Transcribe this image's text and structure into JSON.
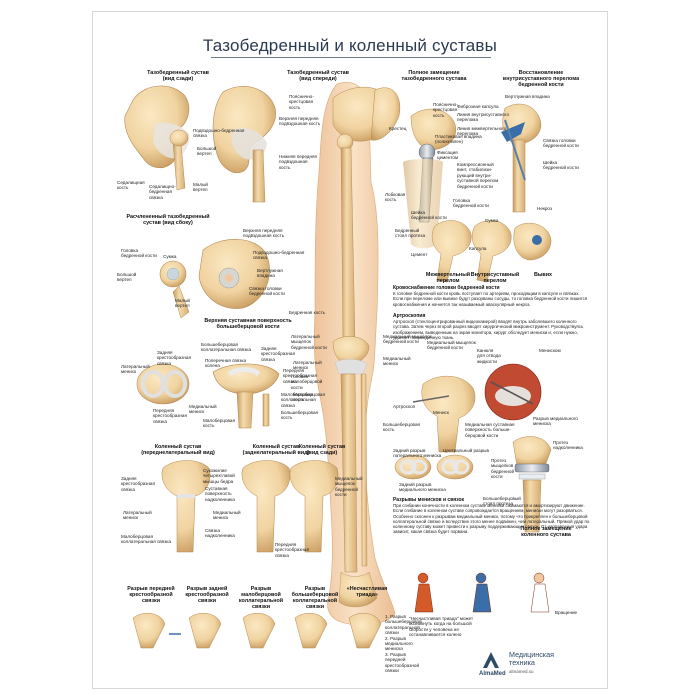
{
  "poster": {
    "title": "Тазобедренный и коленный суставы",
    "hip_rear": {
      "heading": "Тазобедренный сустав\n(вид сзади)",
      "labels": [
        "Подвздошно-бедренная\nсвязка",
        "Большой\nвертел",
        "Седалищная\nкость",
        "Седалищно-\nбедренная\nсвязка",
        "Малый\nвертел"
      ]
    },
    "hip_front": {
      "heading": "Тазобедренный сустав\n(вид спереди)",
      "labels": [
        "Верхняя передняя\nподвздошная кость",
        "Нижняя передняя\nподвздошная\nкость"
      ]
    },
    "hip_open": {
      "heading": "Расчлененный тазобедренный\nсустав (вид сбоку)",
      "labels": [
        "Головка\nбедренной кости",
        "Сумка",
        "Большой\nвертел",
        "Малый\nвертел",
        "Верхняя передняя\nподвздошная кость",
        "Подвздошно-бедренная\nсвязка",
        "Вертлужная\nвпадина",
        "Связка головки\nбедренной кости"
      ]
    },
    "center_labels": [
      "Пояснично-\nкрестцовая\nкость",
      "Крестец",
      "Лобковая\nкость",
      "Бедренная кость",
      "Латеральный\nмыщелок\nбедренной кости",
      "Латеральный\nмениск",
      "Головка\nмалоберцовой\nкости",
      "Малоберцовая\nкость",
      "Медиальный мыщелок\nбедренной кости",
      "Медиальный\nмениск",
      "Большеберцовая\nкость"
    ],
    "hip_replacement": {
      "heading": "Полное замещение\nтазобедренного сустава",
      "labels": [
        "Пояснично-\nкрестцовая\nкость",
        "Пластиковая впадина\n(полиэтилен)",
        "Фиксация\nцементом",
        "Бедренный\nстоял протеза",
        "Цемент"
      ]
    },
    "hip_fracture_repair": {
      "heading": "Восстановление\nвнутрисуставного перелома\nбедренной кости",
      "labels": [
        "Вертлужная впадина",
        "Фиброзная капсула",
        "Линия внутрисуставного\nперелома",
        "Линия межвертельного\nперелома",
        "Компрессионный\nвинт, стабилизи-\nрующий внутри-\nсуставной перелом\nбедренной кости",
        "Связка головки\nбедренной кости",
        "Шейка\nбедренной кости"
      ]
    },
    "hip_fractures": {
      "labels": [
        "Шейка\nбедренной кости",
        "Головка\nбедренной кости",
        "Сумка",
        "Капсула",
        "Некроз"
      ],
      "captions": [
        "Межвертельный\nперелом",
        "Внутрисуставный\nперелом",
        "Вывих"
      ]
    },
    "avascular": {
      "title": "Кровоснабжение головки бедренной кости",
      "text": "К головке бедренной кости кровь поступает по артериям, проходящим в капсуле и связках. Если при переломе или вывихе будут разорваны сосуды, то головка бедренной кости лишится кровоснабжения и начнется так называемый аваскулярный некроз."
    },
    "arthroscopy": {
      "title": "Артроскопия",
      "text": "Артроскоп (стеклоцентрированный видеокамерой) вводят внутрь заболевшего коленного сустава. Затем через второй разрез вводят хирургический микроинструмент. Руководствуясь изображением, выведенным на экран монитора, хирург обследует мениски и, если нужно, удаляет поврежденную ткань."
    },
    "tibia_top": {
      "heading": "Верхняя суставная поверхность\nбольшеберцовой кости",
      "labels": [
        "Задняя\nкрестообразная\nсвязка",
        "Латеральный\nмениск",
        "Передняя\nкрестообразная\nсвязка",
        "Медиальный\nмениск",
        "Большеберцовая\nколлатеральная связка",
        "Поперечная связка\nколена",
        "Задняя\nкрестообразная\nсвязка",
        "Передняя\nкрестообразная\nсвязка",
        "Малоберцовая\nколлатеральная\nсвязка",
        "Большеберцовая\nкость",
        "Малоберцовая\nкость"
      ]
    },
    "knee_arthro": {
      "labels": [
        "Медиальный мыщелок\nбедренной кости",
        "Канюля\nдля отвода\nжидкости",
        "Мениск",
        "Артроскоп",
        "Медиальная суставная\nповерхность больше-\nберцовой кости",
        "Мениском",
        "Разрыв медиального\nмениска"
      ]
    },
    "knee_views": {
      "headings": [
        "Коленный сустав\n(переднелатеральный вид)",
        "Коленный сустав\n(заднелатеральный вид)",
        "Коленный сустав\n(вид сзади)"
      ],
      "labels": [
        "Задняя\nкрестообразная\nсвязка",
        "Сухожилие\nчетырехглавой\nмышцы бедра",
        "Суставная\nповерхность\nнадколенника",
        "Латеральный\nмениск",
        "Малоберцовая\nколлатеральная связка",
        "Медиальный\nмениск",
        "Связка\nнадколенника",
        "Передняя\nкрестообразная\nсвязка",
        "Медиальный\nмыщелок\nбедренной\nкости"
      ]
    },
    "meniscus_tears": {
      "labels": [
        "Задний разрыв\nлатерального мениска",
        "Центральный разрыв",
        "Задний разрыв\nмедиального мениска"
      ]
    },
    "meniscus_text": {
      "title": "Разрывы менисков и связок",
      "text": "При сгибании конечности в коленном суставе мениски сжимаются и амортизируют движение. Если сгибание в коленном суставе сопровождается вращением, мениски могут разорваться. Особенно склонен к разрывам медиальный мениск, потому что прикреплен к большеберцовой коллатеральной связке и вследствие этого менее подвижен, чем латеральный. Прямой удар по коленному суставу может привести к разрыву поддерживающих связок. От направления удара зависит, какая связка будет порвана."
    },
    "knee_replacement": {
      "heading": "Полное замещение\nколенного сустава",
      "labels": [
        "Протез\nнадколенника",
        "Протез\nмыщелков\nбедренной\nкости",
        "Большеберцовый\nстоял протеза"
      ]
    },
    "ligament_tears": {
      "headings": [
        "Разрыв передней\nкрестообразной\nсвязки",
        "Разрыв задней\nкрестообразной\nсвязки",
        "Разрыв\nмалоберцовой\nколлатеральной\nсвязки",
        "Разрыв\nбольшеберцовой\nколлатеральной\nсвязки",
        "«Несчастливая\nтриада»"
      ],
      "triad_list": "1. Разрыв\nбольшеберцовой\nколлатеральной\nсвязки\n2. Разрыв\nмедиального\nмениска\n3. Разрыв\nпередней\nкрестообразной\nсвязки"
    },
    "sports": {
      "caption": "\"Несчастливая триада\" может\nвозникнуть когда на большой\nскорости у человека не\nостанавливается колено",
      "rotation": "Вращение"
    },
    "logo": {
      "name": "AlmaMed",
      "line1": "Медицинская",
      "line2": "техника",
      "url": "almamed.su"
    },
    "colors": {
      "bone": "#f0d3a0",
      "bone_dark": "#c89b5e",
      "ligament": "#dcdcdc",
      "skin": "#f6d9b6",
      "title": "#2a3a4f",
      "accent_red": "#c04a32",
      "blue": "#3a6ea8"
    }
  }
}
